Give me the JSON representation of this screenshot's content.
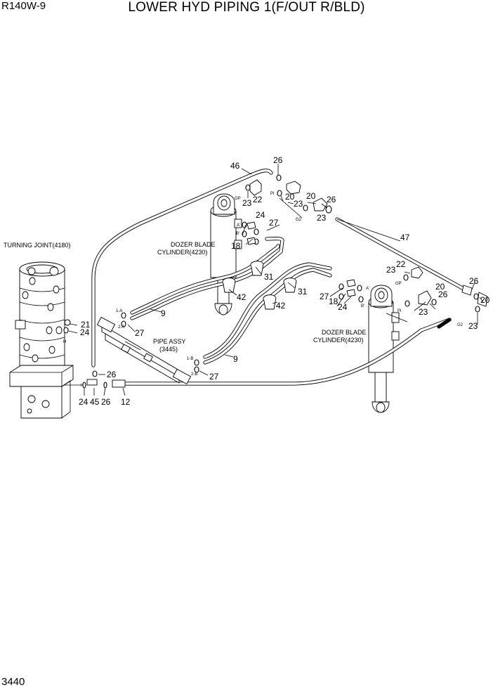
{
  "header": {
    "model": "R140W-9",
    "title": "LOWER HYD PIPING 1(F/OUT R/BLD)",
    "page_number": "3440"
  },
  "components": {
    "turning_joint": "TURNING JOINT(4180)",
    "dozer_cylinder_left": [
      "DOZER BLADE",
      "CYLINDER(4230)"
    ],
    "dozer_cylinder_right": [
      "DOZER BLADE",
      "CYLINDER(4230)"
    ],
    "pipe_assy": [
      "PIPE ASSY",
      "(3445)"
    ]
  },
  "port_labels": {
    "gp": "GP",
    "pi": "Pi",
    "g2": "G2",
    "a_port": "A'",
    "b_port": "B'",
    "h_port": "H",
    "p1a": "1-A",
    "p2a": "2-A",
    "p1b": "1-B",
    "p2b": "2-B",
    "i_port": "I"
  },
  "callouts": {
    "c46": "46",
    "c26a": "26",
    "c23a": "23",
    "c22a": "22",
    "c20a": "20",
    "c23b": "23",
    "c20b": "20",
    "c26b": "26",
    "c23c": "23",
    "c24a": "24",
    "c27a": "27",
    "c18a": "18",
    "c47": "47",
    "c23d": "23",
    "c22b": "22",
    "c20c": "20",
    "c26c": "26",
    "c26d": "26",
    "c23e": "23",
    "c20d": "20",
    "c23f": "23",
    "c31a": "31",
    "c42a": "42",
    "c31b": "31",
    "c42b": "42",
    "c27b": "27",
    "c18b": "18",
    "c24b": "24",
    "c9a": "9",
    "c27c": "27",
    "c9b": "9",
    "c27d": "27",
    "c21": "21",
    "c24c": "24",
    "c26e": "26",
    "c24d": "24",
    "c45": "45",
    "c26f": "26",
    "c12": "12"
  }
}
